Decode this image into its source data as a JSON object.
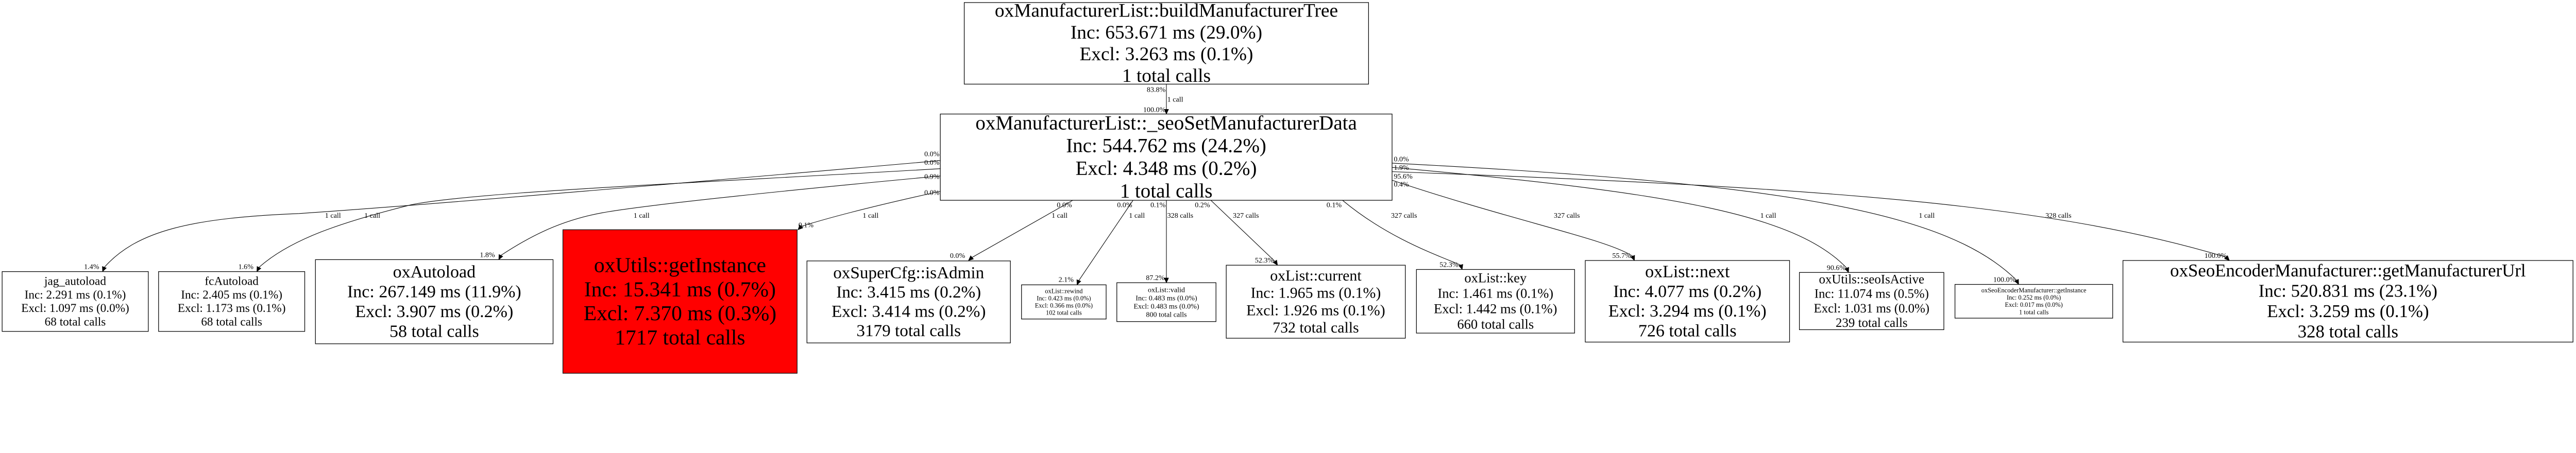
{
  "graph": {
    "nodes": {
      "buildTree": {
        "name": "oxManufacturerList::buildManufacturerTree",
        "inc": "Inc: 653.671 ms (29.0%)",
        "excl": "Excl: 3.263 ms (0.1%)",
        "calls": "1 total calls"
      },
      "seoSetData": {
        "name": "oxManufacturerList::_seoSetManufacturerData",
        "inc": "Inc: 544.762 ms (24.2%)",
        "excl": "Excl: 4.348 ms (0.2%)",
        "calls": "1 total calls"
      },
      "jagAutoload": {
        "name": "jag_autoload",
        "inc": "Inc: 2.291 ms (0.1%)",
        "excl": "Excl: 1.097 ms (0.0%)",
        "calls": "68 total calls"
      },
      "fcAutoload": {
        "name": "fcAutoload",
        "inc": "Inc: 2.405 ms (0.1%)",
        "excl": "Excl: 1.173 ms (0.1%)",
        "calls": "68 total calls"
      },
      "oxAutoload": {
        "name": "oxAutoload",
        "inc": "Inc: 267.149 ms (11.9%)",
        "excl": "Excl: 3.907 ms (0.2%)",
        "calls": "58 total calls"
      },
      "utilsGetInstance": {
        "name": "oxUtils::getInstance",
        "inc": "Inc: 15.341 ms (0.7%)",
        "excl": "Excl: 7.370 ms (0.3%)",
        "calls": "1717 total calls",
        "color": "#ff0000"
      },
      "isAdmin": {
        "name": "oxSuperCfg::isAdmin",
        "inc": "Inc: 3.415 ms (0.2%)",
        "excl": "Excl: 3.414 ms (0.2%)",
        "calls": "3179 total calls"
      },
      "rewind": {
        "name": "oxList::rewind",
        "inc": "Inc: 0.423 ms (0.0%)",
        "excl": "Excl: 0.366 ms (0.0%)",
        "calls": "102 total calls"
      },
      "valid": {
        "name": "oxList::valid",
        "inc": "Inc: 0.483 ms (0.0%)",
        "excl": "Excl: 0.483 ms (0.0%)",
        "calls": "800 total calls"
      },
      "current": {
        "name": "oxList::current",
        "inc": "Inc: 1.965 ms (0.1%)",
        "excl": "Excl: 1.926 ms (0.1%)",
        "calls": "732 total calls"
      },
      "key": {
        "name": "oxList::key",
        "inc": "Inc: 1.461 ms (0.1%)",
        "excl": "Excl: 1.442 ms (0.1%)",
        "calls": "660 total calls"
      },
      "next": {
        "name": "oxList::next",
        "inc": "Inc: 4.077 ms (0.2%)",
        "excl": "Excl: 3.294 ms (0.1%)",
        "calls": "726 total calls"
      },
      "seoIsActive": {
        "name": "oxUtils::seoIsActive",
        "inc": "Inc: 11.074 ms (0.5%)",
        "excl": "Excl: 1.031 ms (0.0%)",
        "calls": "239 total calls"
      },
      "encGetInstance": {
        "name": "oxSeoEncoderManufacturer::getInstance",
        "inc": "Inc: 0.252 ms (0.0%)",
        "excl": "Excl: 0.017 ms (0.0%)",
        "calls": "1 total calls"
      },
      "getUrl": {
        "name": "oxSeoEncoderManufacturer::getManufacturerUrl",
        "inc": "Inc: 520.831 ms (23.1%)",
        "excl": "Excl: 3.259 ms (0.1%)",
        "calls": "328 total calls"
      }
    },
    "edges": [
      {
        "from": "buildTree",
        "to": "seoSetData",
        "from_pct": "83.8%",
        "calls": "1 call",
        "to_pct": "100.0%"
      },
      {
        "from": "seoSetData",
        "to": "jagAutoload",
        "from_pct": "0.0%",
        "calls": "1 call",
        "to_pct": "1.4%"
      },
      {
        "from": "seoSetData",
        "to": "fcAutoload",
        "from_pct": "0.0%",
        "calls": "1 call",
        "to_pct": "1.6%"
      },
      {
        "from": "seoSetData",
        "to": "oxAutoload",
        "from_pct": "0.9%",
        "calls": "1 call",
        "to_pct": "1.8%"
      },
      {
        "from": "seoSetData",
        "to": "utilsGetInstance",
        "from_pct": "0.0%",
        "calls": "1 call",
        "to_pct": "0.1%"
      },
      {
        "from": "seoSetData",
        "to": "isAdmin",
        "from_pct": "0.0%",
        "calls": "1 call",
        "to_pct": "0.0%"
      },
      {
        "from": "seoSetData",
        "to": "rewind",
        "from_pct": "0.0%",
        "calls": "1 call",
        "to_pct": "2.1%"
      },
      {
        "from": "seoSetData",
        "to": "valid",
        "from_pct": "0.1%",
        "calls": "328 calls",
        "to_pct": "87.2%"
      },
      {
        "from": "seoSetData",
        "to": "current",
        "from_pct": "0.2%",
        "calls": "327 calls",
        "to_pct": "52.3%"
      },
      {
        "from": "seoSetData",
        "to": "key",
        "from_pct": "0.1%",
        "calls": "327 calls",
        "to_pct": "52.3%"
      },
      {
        "from": "seoSetData",
        "to": "next",
        "from_pct": "0.4%",
        "calls": "327 calls",
        "to_pct": "55.7%"
      },
      {
        "from": "seoSetData",
        "to": "seoIsActive",
        "from_pct": "1.9%",
        "calls": "1 call",
        "to_pct": "90.6%"
      },
      {
        "from": "seoSetData",
        "to": "encGetInstance",
        "from_pct": "0.0%",
        "calls": "1 call",
        "to_pct": "100.0%"
      },
      {
        "from": "seoSetData",
        "to": "getUrl",
        "from_pct": "95.6%",
        "calls": "328 calls",
        "to_pct": "100.0%"
      }
    ]
  }
}
